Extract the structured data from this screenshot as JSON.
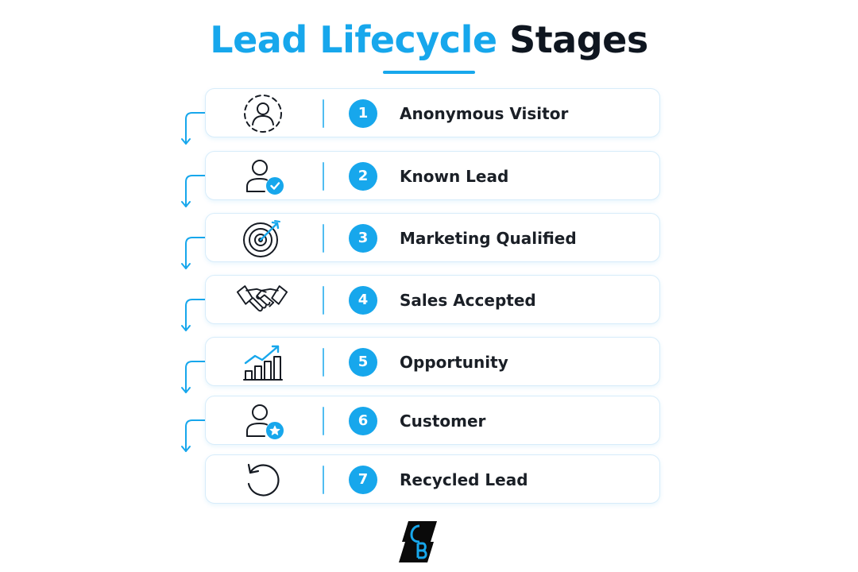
{
  "title": {
    "accent_text": "Lead Lifecycle",
    "rest_text": "Stages"
  },
  "colors": {
    "accent": "#17a7ec",
    "text": "#1a1f26",
    "icon_stroke": "#151a22"
  },
  "stages": [
    {
      "number": "1",
      "label": "Anonymous Visitor",
      "icon": "anonymous-visitor-icon"
    },
    {
      "number": "2",
      "label": "Known Lead",
      "icon": "user-check-icon"
    },
    {
      "number": "3",
      "label": "Marketing Qualified",
      "icon": "target-icon"
    },
    {
      "number": "4",
      "label": "Sales Accepted",
      "icon": "handshake-icon"
    },
    {
      "number": "5",
      "label": "Opportunity",
      "icon": "growth-chart-icon"
    },
    {
      "number": "6",
      "label": "Customer",
      "icon": "user-star-icon"
    },
    {
      "number": "7",
      "label": "Recycled Lead",
      "icon": "recycle-arrow-icon"
    }
  ],
  "logo": {
    "icon": "brand-logo-icon"
  }
}
